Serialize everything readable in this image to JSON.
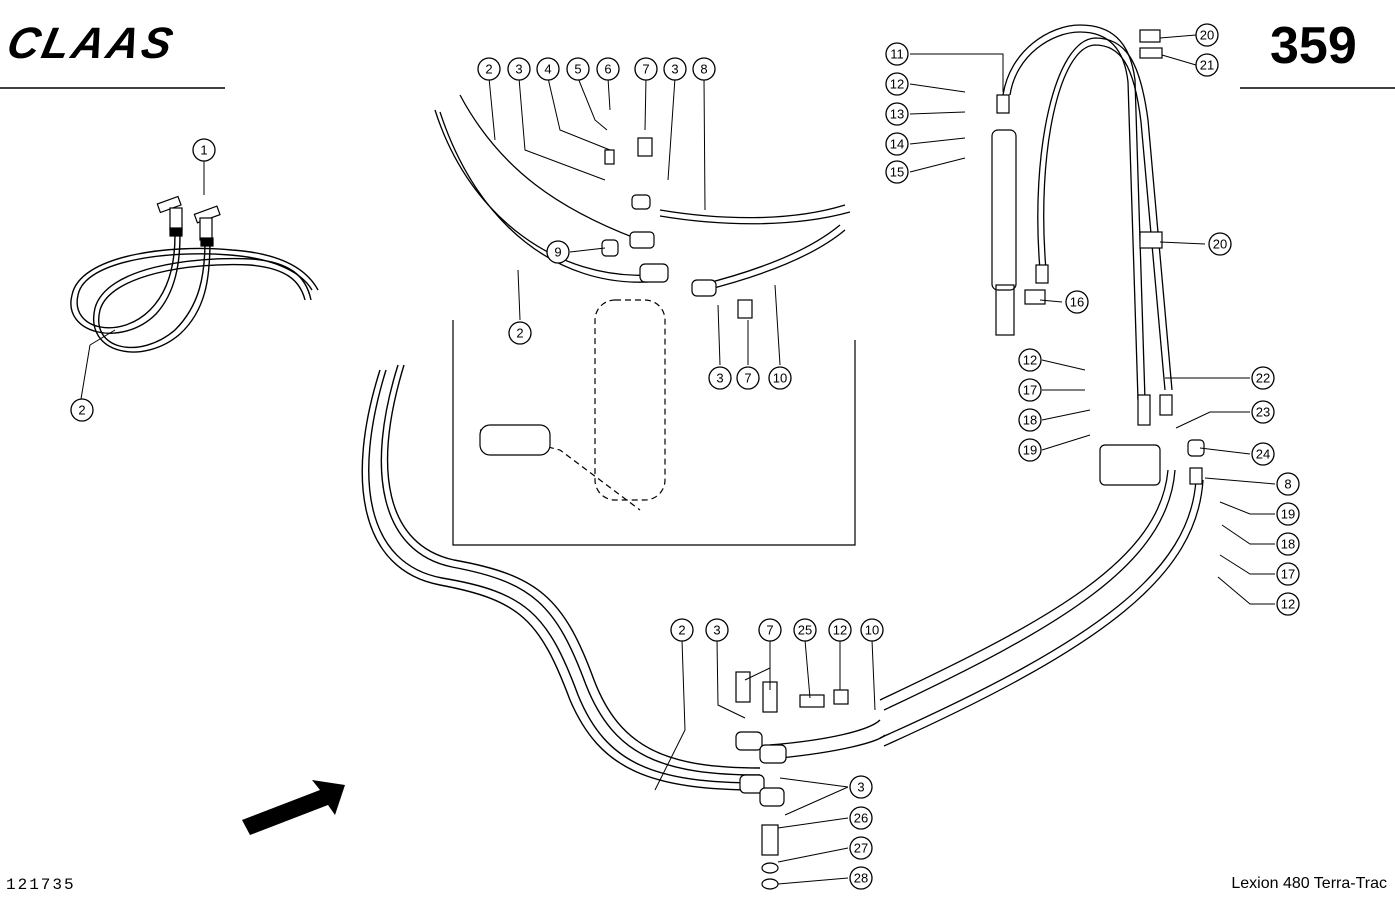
{
  "header": {
    "logo": "CLAAS",
    "page_number": "359"
  },
  "footer": {
    "drawing_number": "121735",
    "model": "Lexion 480 Terra-Trac"
  },
  "callouts": {
    "left_view": [
      "1",
      "2"
    ],
    "inset_view": [
      "2",
      "3",
      "4",
      "5",
      "6",
      "7",
      "3",
      "8",
      "9",
      "2",
      "3",
      "7",
      "10"
    ],
    "right_view": [
      "11",
      "12",
      "13",
      "14",
      "15",
      "16",
      "20",
      "21",
      "20",
      "12",
      "17",
      "18",
      "19",
      "22",
      "23",
      "24",
      "8",
      "19",
      "18",
      "17",
      "12"
    ],
    "lower_view": [
      "2",
      "3",
      "7",
      "25",
      "12",
      "10",
      "3",
      "26",
      "27",
      "28"
    ]
  }
}
